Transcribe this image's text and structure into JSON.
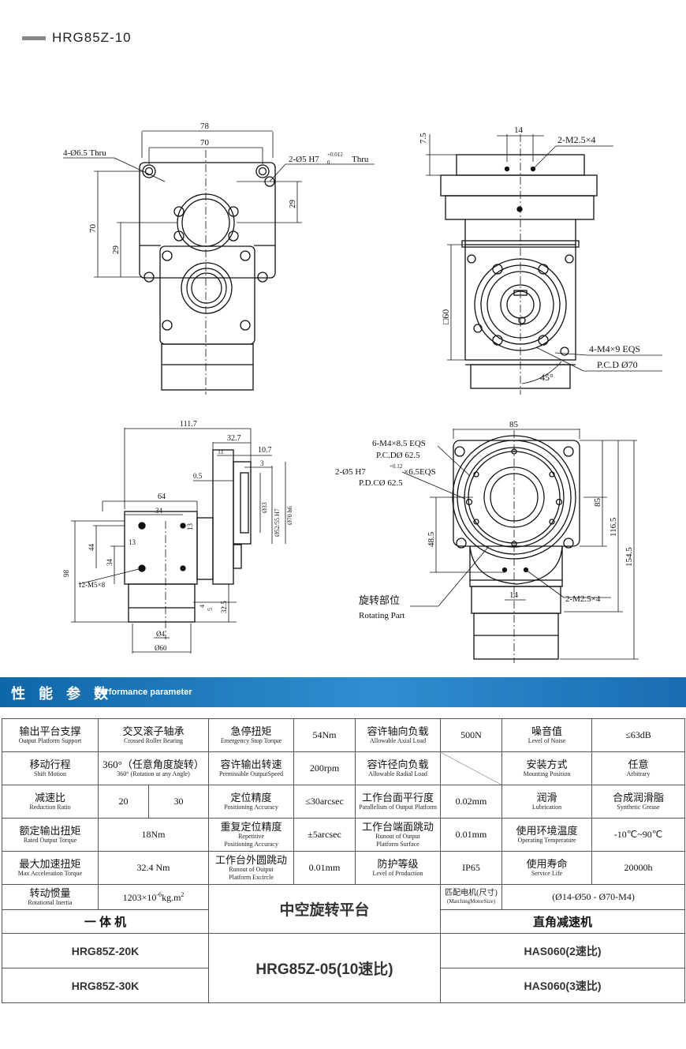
{
  "header": {
    "title": "HRG85Z-10"
  },
  "drawing": {
    "top_left": {
      "d78": "78",
      "d70": "70",
      "hole_left": "4-Ø6.5 Thru",
      "pin": "2-Ø5  H7",
      "pin_tol": "+0.012",
      "pin_tol2": "0",
      "pin_thru": "Thru",
      "v70": "70",
      "v29a": "29",
      "v29b": "29"
    },
    "top_right": {
      "d14": "14",
      "d75": "7.5",
      "m25": "2-M2.5×4",
      "sq60": "□60",
      "m4": "4-M4×9  EQS",
      "pcd": "P.C.D Ø70",
      "ang": "45°"
    },
    "bottom_left": {
      "d1117": "111.7",
      "d327": "32.7",
      "d11": "11",
      "d107": "10.7",
      "d3": "3",
      "d05": "0.5",
      "d64": "64",
      "d34": "34",
      "d13a": "13",
      "d13b": "13",
      "d44": "44",
      "d34b": "34",
      "d98": "98",
      "m5": "12-M5×8",
      "d4": "4",
      "d5": "5",
      "d325": "32.5",
      "phi4": "Ø4",
      "phi60": "Ø60",
      "phi33": "Ø33",
      "phi52": "Ø52/55 H7",
      "phi70": "Ø70 h6"
    },
    "bottom_right": {
      "d85": "85",
      "m4e": "6-M4×8.5 EQS",
      "pcd1": "P.C.DØ 62.5",
      "pin2": "2-Ø5 H7",
      "pin2tol": "+0.12",
      "pin2b": "×6.5EQS",
      "pcd2": "P.D.CØ 62.5",
      "v85": "85",
      "v1165": "116.5",
      "v1545": "154.5",
      "v485": "48.5",
      "d14b": "14",
      "m25b": "2-M2.5×4",
      "rot_cn": "旋转部位",
      "rot_en": "Rotating Part"
    }
  },
  "performance": {
    "title_cn": "性 能 参 数",
    "title_en": "Performance parameter"
  },
  "table": {
    "r1": {
      "c1_cn": "输出平台支撑",
      "c1_en": "Output Platform Support",
      "c2_cn": "交叉滚子轴承",
      "c2_en": "Crossed Roller Bearing",
      "c3_cn": "急停扭矩",
      "c3_en": "Emergency Stop  Torque",
      "c4": "54Nm",
      "c5_cn": "容许轴向负载",
      "c5_en": "Allowable Axial Load",
      "c6": "500N",
      "c7_cn": "噪音值",
      "c7_en": "Level of Noise",
      "c8": "≤63dB"
    },
    "r2": {
      "c1_cn": "移动行程",
      "c1_en": "Shift Motion",
      "c2_cn": "360°（任意角度旋转）",
      "c2_en": "360°   (Rotation at any Angle)",
      "c3_cn": "容许输出转速",
      "c3_en": "Permissible OutputSpeed",
      "c4": "200rpm",
      "c5_cn": "容许径向负载",
      "c5_en": "Allowable Radial Load",
      "c7_cn": "安装方式",
      "c7_en": "Mounting Position",
      "c8_cn": "任意",
      "c8_en": "Arbitrary"
    },
    "r3": {
      "c1_cn": "减速比",
      "c1_en": "Reduction Ratio",
      "c2a": "20",
      "c2b": "30",
      "c3_cn": "定位精度",
      "c3_en": "Positioning Accuracy",
      "c4": "≤30arcsec",
      "c5_cn": "工作台面平行度",
      "c5_en": "Parallelism of Output Platform",
      "c6": "0.02mm",
      "c7_cn": "润滑",
      "c7_en": "Lubrication",
      "c8_cn": "合成润滑脂",
      "c8_en": "Synthetic Grease"
    },
    "r4": {
      "c1_cn": "额定输出扭矩",
      "c1_en": "Rated Output Torque",
      "c2": "18Nm",
      "c3_cn": "重复定位精度",
      "c3_en1": "Repetitive",
      "c3_en2": "Positioning Accuracy",
      "c4": "±5arcsec",
      "c5_cn": "工作台端面跳动",
      "c5_en1": "Runout of Output",
      "c5_en2": "Platform Surface",
      "c6": "0.01mm",
      "c7_cn": "使用环境温度",
      "c7_en": "Operating  Temperature",
      "c8": "-10℃~90℃"
    },
    "r5": {
      "c1_cn": "最大加速扭矩",
      "c1_en": "Max Acceleration Torque",
      "c2": "32.4 Nm",
      "c3_cn": "工作台外圆跳动",
      "c3_en1": "Runout of Output",
      "c3_en2": "Platform Excircle",
      "c4": "0.01mm",
      "c5_cn": "防护等级",
      "c5_en": "Level of Production",
      "c6": "IP65",
      "c7_cn": "使用寿命",
      "c7_en": "Service Life",
      "c8": "20000h"
    },
    "r6": {
      "c1_cn": "转动惯量",
      "c1_en": "Rotational Inertia",
      "c2": "1203×10",
      "c2_sup": "-6",
      "c2_unit": "kg.m",
      "c2_sup2": "2",
      "center_title": "中空旋转平台",
      "c5_cn": "匹配电机(尺寸)",
      "c5_en": "(MatchingMotorSize)",
      "c6": "(Ø14-Ø50 - Ø70-M4)"
    },
    "r7": {
      "left": "一 体 机",
      "right": "直角减速机"
    },
    "r8": {
      "left": "HRG85Z-20K",
      "center": "HRG85Z-05(10速比)",
      "right": "HAS060(2速比)"
    },
    "r9": {
      "left": "HRG85Z-30K",
      "right": "HAS060(3速比)"
    }
  }
}
